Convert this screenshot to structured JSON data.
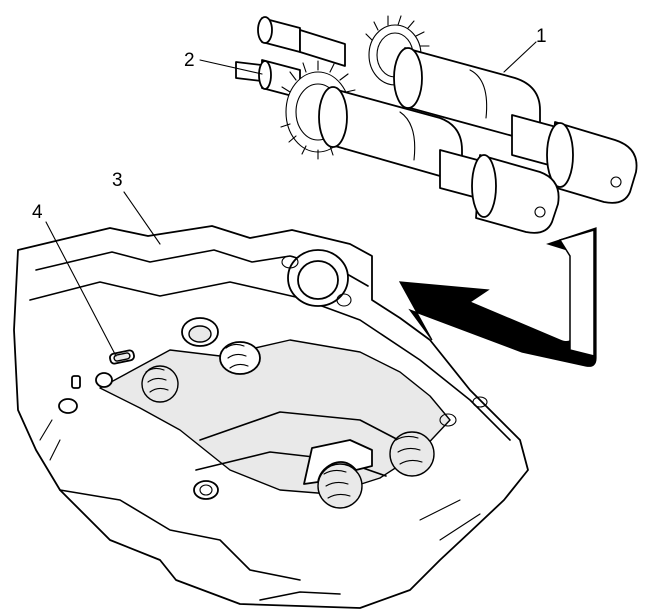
{
  "diagram": {
    "callouts": [
      {
        "label": "1",
        "part": "camshaft"
      },
      {
        "label": "2",
        "part": "camshaft-end"
      },
      {
        "label": "3",
        "part": "cylinder-head"
      },
      {
        "label": "4",
        "part": "oil-hole"
      }
    ]
  },
  "colors": {
    "line": "#000000",
    "background": "#ffffff",
    "arrow": "#000000"
  }
}
